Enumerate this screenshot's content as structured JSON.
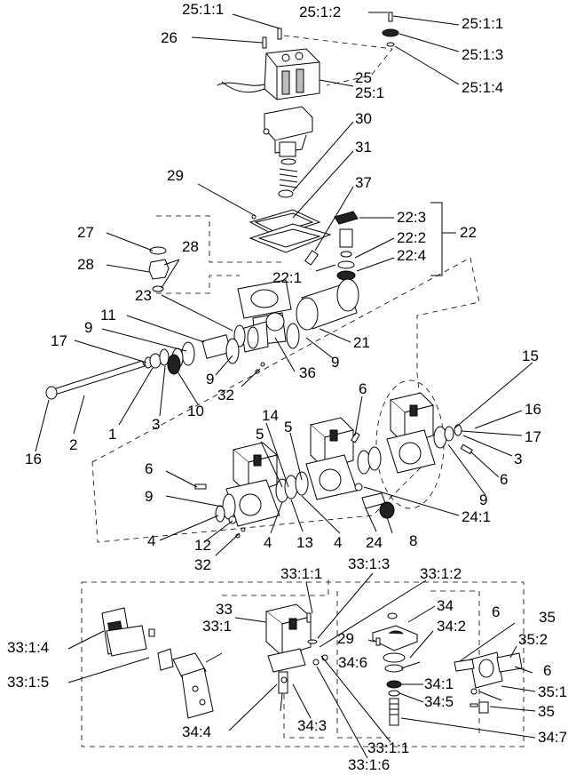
{
  "labels": [
    "25:1:1",
    "25:1:2",
    "25:1:1",
    "26",
    "25:1:3",
    "25",
    "25:1",
    "25:1:4",
    "30",
    "31",
    "29",
    "37",
    "22:3",
    "22",
    "22:2",
    "27",
    "28",
    "22:4",
    "28",
    "22:1",
    "23",
    "11",
    "9",
    "21",
    "17",
    "9",
    "36",
    "9",
    "10",
    "32",
    "1",
    "3",
    "15",
    "16",
    "2",
    "6",
    "16",
    "14",
    "5",
    "5",
    "17",
    "3",
    "6",
    "6",
    "9",
    "9",
    "24:1",
    "4",
    "12",
    "4",
    "13",
    "4",
    "24",
    "8",
    "32",
    "33:1:1",
    "33:1:3",
    "33:1:2",
    "33",
    "33:1",
    "34",
    "6",
    "35",
    "29",
    "34:2",
    "35:2",
    "33:1:4",
    "6",
    "34:6",
    "34:1",
    "35:1",
    "34:5",
    "33:1:5",
    "35",
    "34:4",
    "34:3",
    "34:7",
    "33:1:1",
    "33:1:6"
  ]
}
